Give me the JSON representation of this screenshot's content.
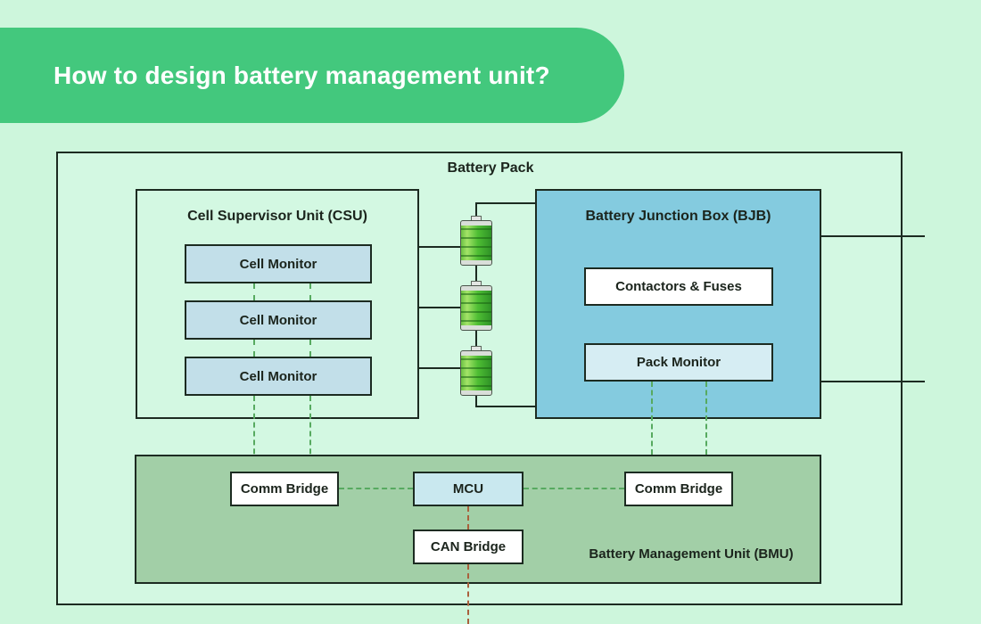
{
  "banner": {
    "title": "How to design battery management unit?"
  },
  "diagram": {
    "pack_label": "Battery Pack",
    "csu": {
      "label": "Cell Supervisor Unit (CSU)",
      "cell_monitors": [
        "Cell Monitor",
        "Cell Monitor",
        "Cell Monitor"
      ]
    },
    "batteries": {
      "count": 3,
      "icon": "battery-cell-icon"
    },
    "bjb": {
      "label": "Battery Junction Box (BJB)",
      "contactors_fuses": "Contactors & Fuses",
      "pack_monitor": "Pack Monitor"
    },
    "bmu": {
      "label": "Battery Management Unit (BMU)",
      "comm_bridge_left": "Comm Bridge",
      "mcu": "MCU",
      "comm_bridge_right": "Comm Bridge",
      "can_bridge": "CAN Bridge"
    }
  },
  "colors": {
    "page_background": "#cdf6dc",
    "banner_green": "#43c87d",
    "pack_fill": "#d3f8e2",
    "bjb_blue": "#84cbdf",
    "bmu_green": "#a2cfa7",
    "cell_monitor_fill": "#c2dfe9",
    "mcu_fill": "#c9e8ef",
    "pack_monitor_fill": "#d6edf3",
    "outline": "#1c2b21",
    "comm_dash_green": "#57aa60",
    "can_dash_brown": "#a9603c"
  }
}
